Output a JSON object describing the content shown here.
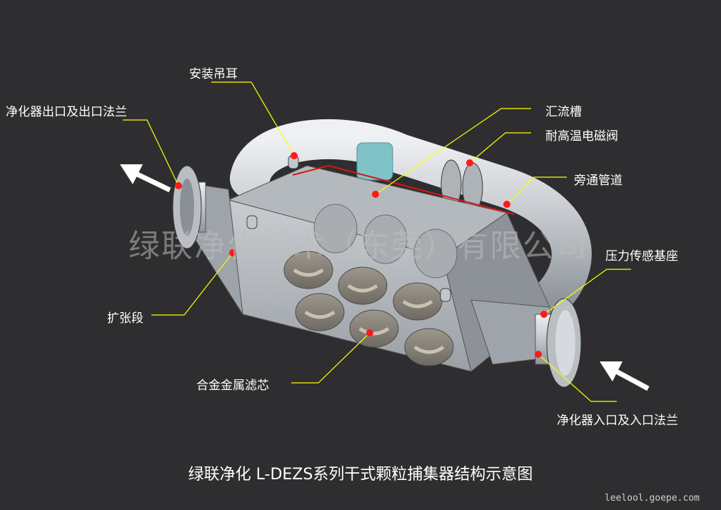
{
  "labels": {
    "lifting_lug": "安装吊耳",
    "outlet": "净化器出口及出口法兰",
    "manifold": "汇流槽",
    "solenoid_valve": "耐高温电磁阀",
    "bypass_pipe": "旁通管道",
    "pressure_base": "压力传感基座",
    "expansion": "扩张段",
    "filter_core": "合金金属滤芯",
    "inlet": "净化器入口及入口法兰"
  },
  "watermark": "绿联净化技术（东莞）有限公司",
  "caption": "绿联净化 L-DEZS系列干式颗粒捕集器结构示意图",
  "site": "leelool.goepe.com",
  "colors": {
    "background": "#2e2e30",
    "leader_line": "#ffff00",
    "marker": "#ff1a1a",
    "arrow": "#ffffff"
  },
  "icons": [
    "outlet-arrow-icon",
    "inlet-arrow-icon"
  ]
}
